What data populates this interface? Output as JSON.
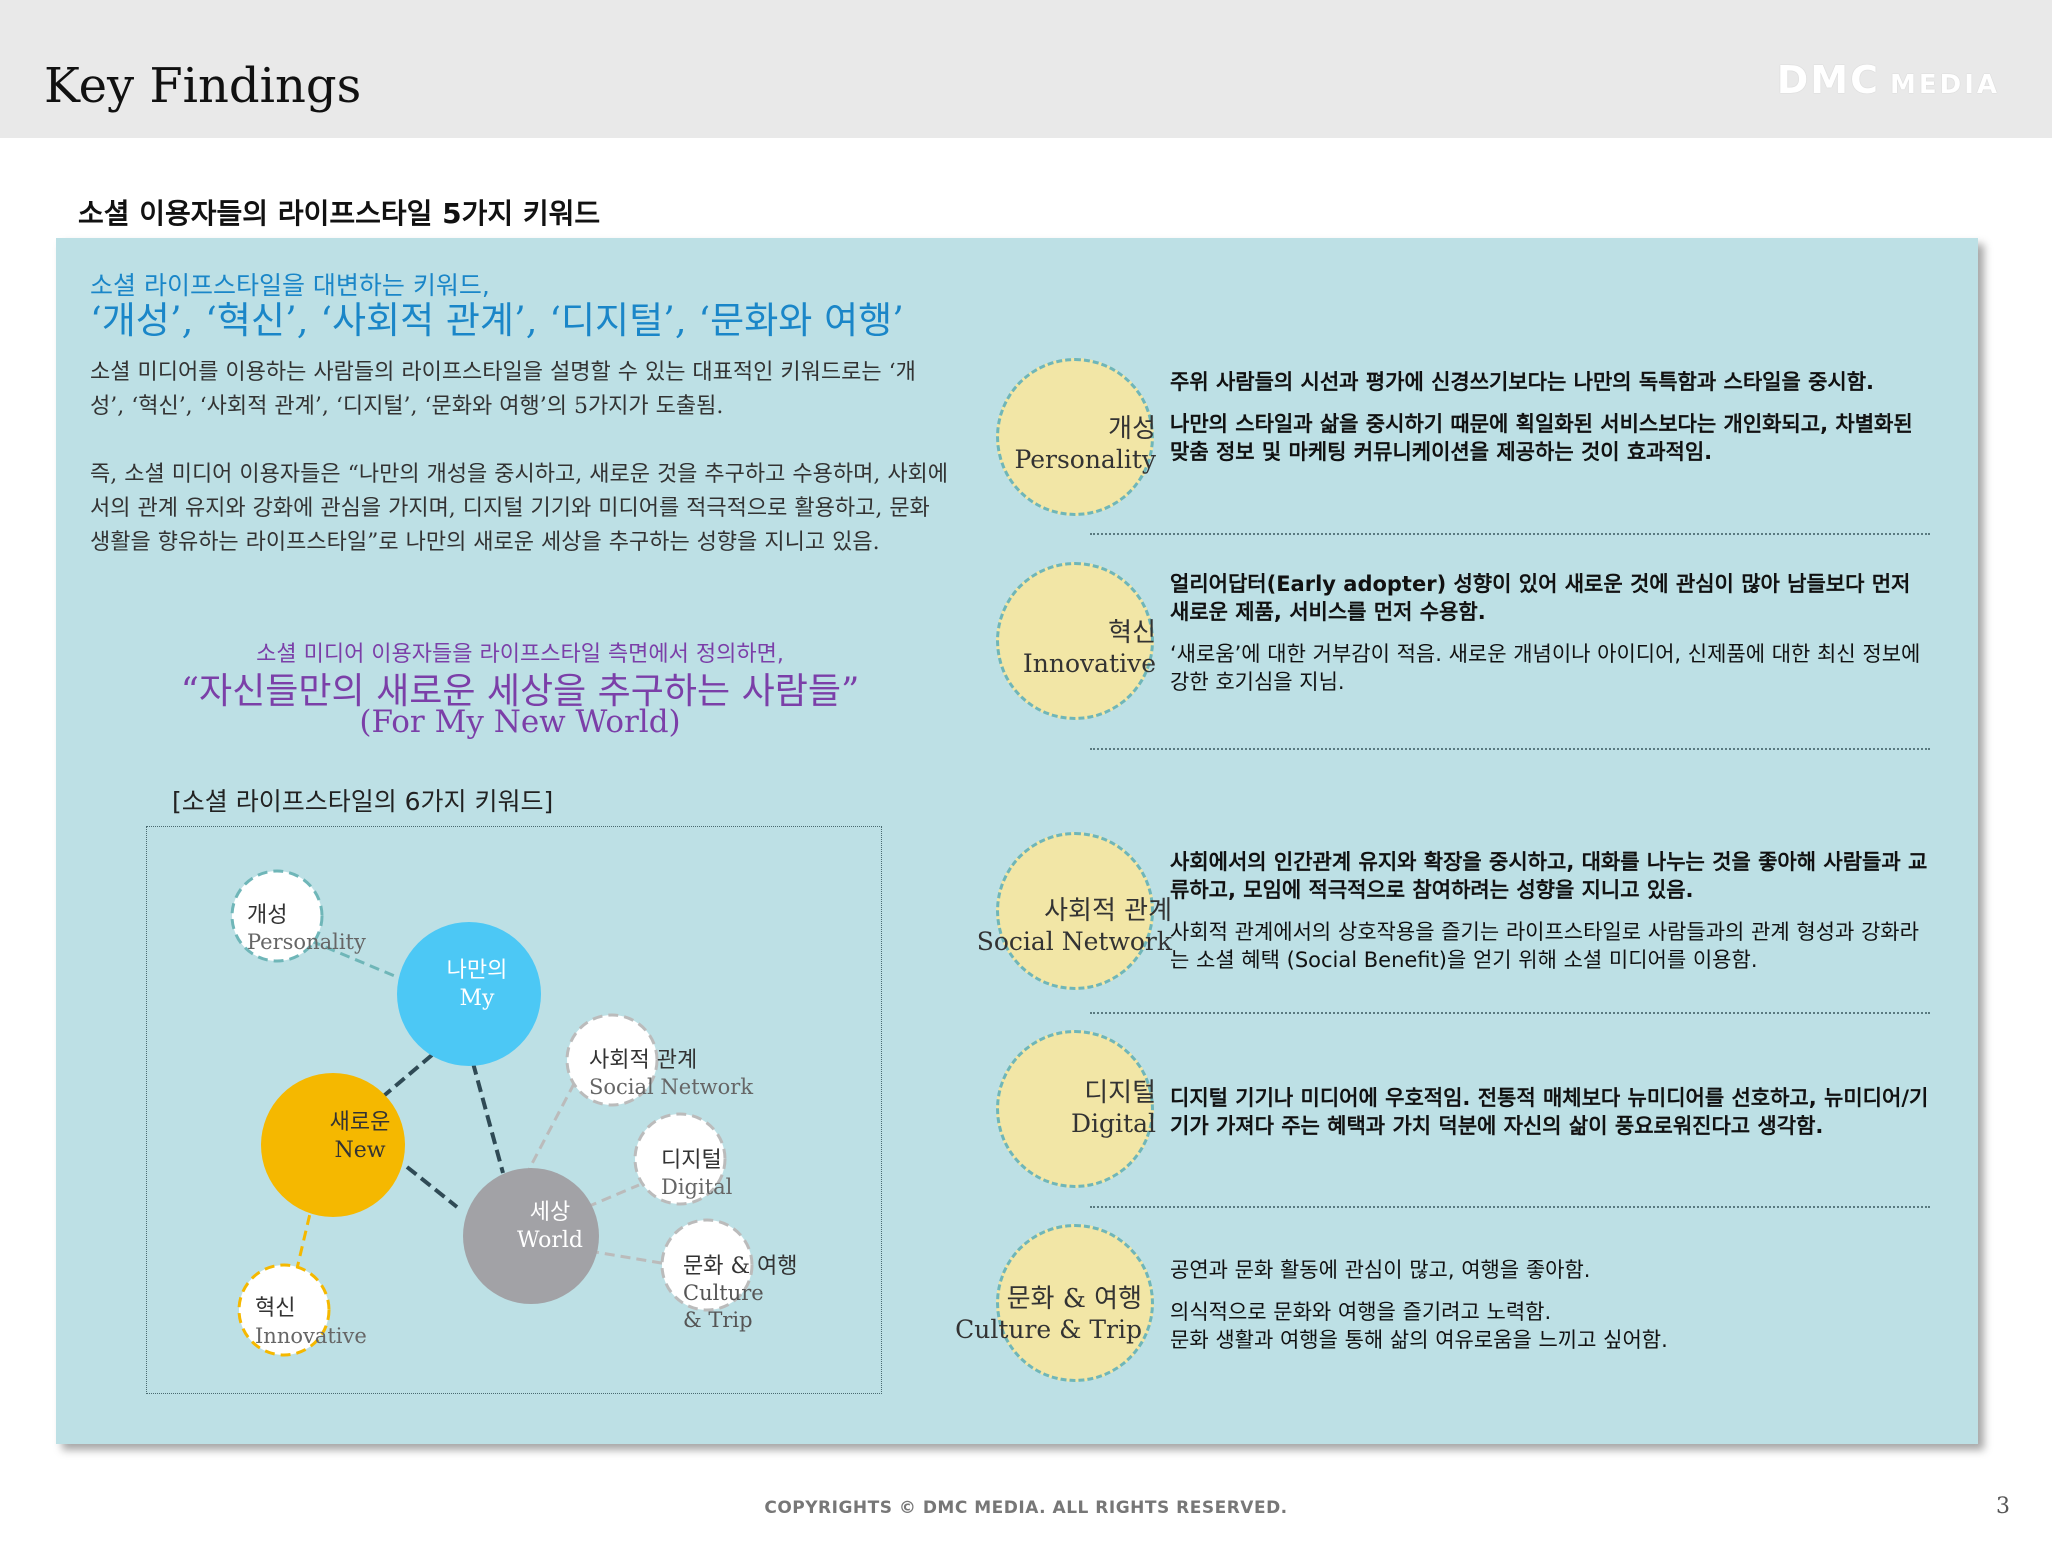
{
  "header": {
    "title": "Key Findings",
    "logo_main": "DMC",
    "logo_sub": "MEDIA"
  },
  "section_title": "소셜 이용자들의 라이프스타일 5가지 키워드",
  "lead": {
    "line1": "소셜 라이프스타일을 대변하는 키워드,",
    "line2": "‘개성’, ‘혁신’, ‘사회적 관계’, ‘디지털’, ‘문화와 여행’"
  },
  "paragraphs": [
    "소셜 미디어를 이용하는 사람들의 라이프스타일을 설명할 수 있는 대표적인 키워드로는 ‘개성’, ‘혁신’, ‘사회적 관계’, ‘디지털’, ‘문화와 여행’의 5가지가 도출됨.",
    "즉, 소셜 미디어 이용자들은 “나만의 개성을 중시하고, 새로운 것을 추구하고 수용하며, 사회에서의 관계 유지와 강화에 관심을 가지며, 디지털 기기와 미디어를 적극적으로 활용하고, 문화 생활을 향유하는 라이프스타일”로 나만의 새로운 세상을 추구하는 성향을 지니고 있음."
  ],
  "quote": {
    "small": "소셜 미디어 이용자들을 라이프스타일 측면에서 정의하면,",
    "big": "“자신들만의 새로운 세상을 추구하는 사람들”",
    "english": "(For My New World)"
  },
  "diagram": {
    "title": "[소셜 라이프스타일의 6가지 키워드]",
    "main_nodes": [
      {
        "ko": "나만의",
        "en": "My",
        "color": "#4cc8f5"
      },
      {
        "ko": "새로운",
        "en": "New",
        "color": "#f5b800"
      },
      {
        "ko": "세상",
        "en": "World",
        "color": "#a2a2a6"
      }
    ],
    "sub_nodes": [
      {
        "ko": "개성",
        "en": "Personality"
      },
      {
        "ko": "혁신",
        "en": "Innovative"
      },
      {
        "ko": "사회적 관계",
        "en": "Social Network"
      },
      {
        "ko": "디지털",
        "en": "Digital"
      },
      {
        "ko": "문화 & 여행",
        "en": "Culture",
        "en2": "& Trip"
      }
    ]
  },
  "keywords": [
    {
      "ko": "개성",
      "en": "Personality",
      "points": [
        {
          "text": "주위 사람들의 시선과 평가에 신경쓰기보다는 나만의 독특함과 스타일을 중시함.",
          "bold": true
        },
        {
          "text": "나만의 스타일과 삶을 중시하기 때문에 획일화된 서비스보다는 개인화되고, 차별화된 맞춤 정보 및 마케팅 커뮤니케이션을 제공하는 것이 효과적임.",
          "bold": true
        }
      ]
    },
    {
      "ko": "혁신",
      "en": "Innovative",
      "points": [
        {
          "text": "얼리어답터(Early adopter) 성향이 있어 새로운 것에 관심이 많아 남들보다 먼저 새로운 제품, 서비스를 먼저 수용함.",
          "bold": true
        },
        {
          "text": "‘새로움’에 대한 거부감이 적음. 새로운 개념이나 아이디어, 신제품에 대한 최신 정보에 강한 호기심을 지님.",
          "bold": false
        }
      ]
    },
    {
      "ko": "사회적 관계",
      "en": "Social Network",
      "points": [
        {
          "text": "사회에서의 인간관계 유지와 확장을 중시하고, 대화를 나누는 것을 좋아해 사람들과 교류하고, 모임에 적극적으로 참여하려는 성향을 지니고 있음.",
          "bold": true
        },
        {
          "text": "사회적 관계에서의 상호작용을 즐기는 라이프스타일로 사람들과의 관계 형성과 강화라는 소셜 혜택 (Social Benefit)을 얻기 위해 소셜 미디어를 이용함.",
          "bold": false
        }
      ]
    },
    {
      "ko": "디지털",
      "en": "Digital",
      "points": [
        {
          "text": "디지털 기기나 미디어에 우호적임. 전통적 매체보다 뉴미디어를 선호하고, 뉴미디어/기기가 가져다 주는 혜택과 가치 덕분에 자신의 삶이 풍요로워진다고 생각함.",
          "bold": true
        }
      ]
    },
    {
      "ko": "문화 & 여행",
      "en": "Culture & Trip",
      "points": [
        {
          "text": "공연과 문화 활동에 관심이 많고, 여행을 좋아함.",
          "bold": false
        },
        {
          "text": "의식적으로 문화와 여행을 즐기려고 노력함.\n문화 생활과 여행을 통해 삶의 여유로움을 느끼고 싶어함.",
          "bold": false
        }
      ]
    }
  ],
  "footer": "COPYRIGHTS © DMC MEDIA. ALL RIGHTS RESERVED.",
  "page_number": "3"
}
